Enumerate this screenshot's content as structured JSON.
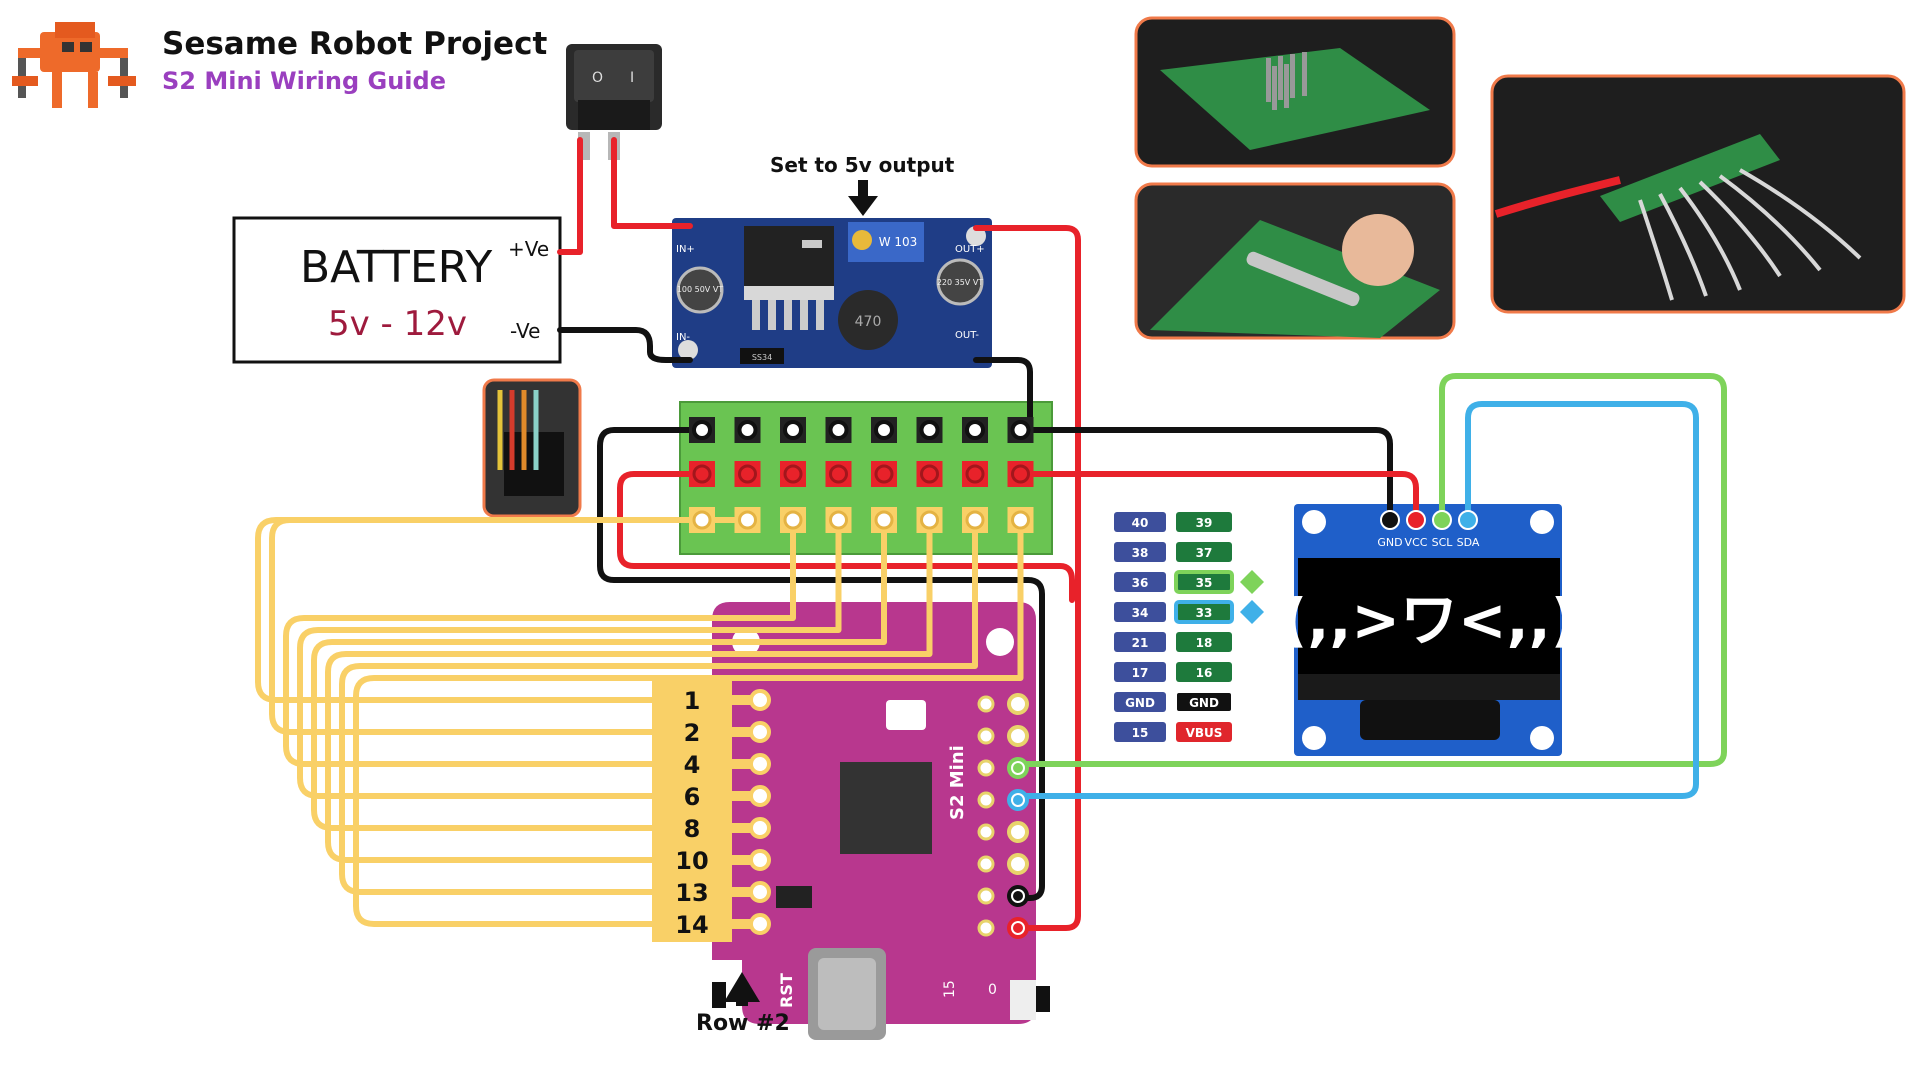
{
  "header": {
    "title": "Sesame Robot Project",
    "subtitle": "S2 Mini Wiring Guide"
  },
  "battery": {
    "label": "BATTERY",
    "voltage": "5v - 12v",
    "pos_label": "+Ve",
    "neg_label": "-Ve"
  },
  "switch_glyphs": {
    "on": "I",
    "off": "O"
  },
  "buck": {
    "note": "Set to 5v output",
    "pin_in_pos": "IN+",
    "pin_in_neg": "IN-",
    "pin_out_pos": "OUT+",
    "pin_out_neg": "OUT-",
    "pot": "W 103",
    "cap_left": "100 50V VT",
    "cap_right": "220 35V VT",
    "inductor": "470",
    "diode": "SS34"
  },
  "breakout": {
    "columns": 8,
    "rows": [
      "gnd",
      "vcc",
      "signal"
    ]
  },
  "oled": {
    "pins": [
      "GND",
      "VCC",
      "SCL",
      "SDA"
    ],
    "display_text": "(,,>ワ<,,)"
  },
  "pin_legend": [
    {
      "left": "40",
      "right": "39",
      "right_style": "green",
      "marker": ""
    },
    {
      "left": "38",
      "right": "37",
      "right_style": "green",
      "marker": ""
    },
    {
      "left": "36",
      "right": "35",
      "right_style": "green-outline",
      "marker": "green-diamond"
    },
    {
      "left": "34",
      "right": "33",
      "right_style": "blue-outline",
      "marker": "blue-diamond"
    },
    {
      "left": "21",
      "right": "18",
      "right_style": "green",
      "marker": ""
    },
    {
      "left": "17",
      "right": "16",
      "right_style": "green",
      "marker": ""
    },
    {
      "left": "GND",
      "right": "GND",
      "right_style": "black",
      "marker": ""
    },
    {
      "left": "15",
      "right": "VBUS",
      "right_style": "red",
      "marker": ""
    }
  ],
  "s2mini": {
    "label": "S2 Mini",
    "left_pins": [
      "1",
      "2",
      "4",
      "6",
      "8",
      "10",
      "13",
      "14"
    ],
    "rst_label": "RST",
    "button_label": "15",
    "button_label2": "0",
    "row_pointer": "Row #2"
  },
  "colors": {
    "wire_red": "#e8222a",
    "wire_black": "#111111",
    "wire_yellow": "#f9d067",
    "wire_green": "#7ed35a",
    "wire_blue": "#3fb0e8",
    "pcb_buck": "#1f3d86",
    "pcb_breakout": "#6ac452",
    "pcb_s2mini": "#b8378e",
    "pcb_oled": "#1f5fc9",
    "subtitle": "#9a3fbf",
    "battery_voltage": "#9e1a3d",
    "legend_blue": "#3d4f9c",
    "legend_green": "#1e7a3c",
    "legend_red": "#e0262c",
    "photo_border": "#f07a4a",
    "label_tag": "#f9d067"
  },
  "icons": {
    "logo": "spider-robot-icon",
    "switch": "rocker-switch-icon",
    "arrow_down": "arrow-down-icon",
    "arrow_up": "arrow-up-icon"
  }
}
